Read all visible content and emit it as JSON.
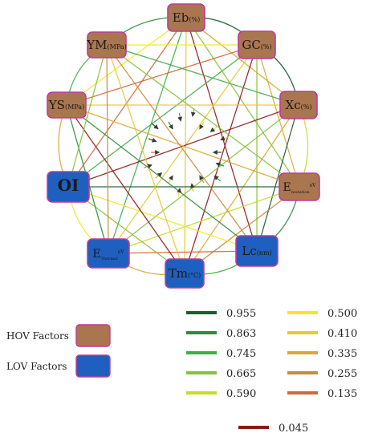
{
  "colors": {
    "hov_fill": "#a97650",
    "lov_fill": "#1f5fbf",
    "node_border": "#c03a9a"
  },
  "nodes": [
    {
      "id": "Eb",
      "main": "Eb",
      "sub": "(%)",
      "group": "HOV"
    },
    {
      "id": "GC",
      "main": "GC",
      "sub": "(%)",
      "group": "HOV"
    },
    {
      "id": "Xc",
      "main": "Xc",
      "sub": "(%)",
      "group": "HOV"
    },
    {
      "id": "Emutation",
      "main": "E",
      "sub": "mutation",
      "sup": "eV",
      "group": "HOV"
    },
    {
      "id": "Lc",
      "main": "Lc",
      "sub": "(nm)",
      "group": "LOV"
    },
    {
      "id": "Tm",
      "main": "Tm",
      "sub": "(°C)",
      "group": "LOV"
    },
    {
      "id": "Ethermal",
      "main": "E",
      "sub": "Thermal",
      "sup": "eV",
      "group": "LOV"
    },
    {
      "id": "OI",
      "main": "OI",
      "sub": "",
      "group": "LOV"
    },
    {
      "id": "YS",
      "main": "YS",
      "sub": "(MPa)",
      "group": "HOV"
    },
    {
      "id": "YM",
      "main": "YM",
      "sub": "(MPa)",
      "group": "HOV"
    }
  ],
  "edge_legend": [
    {
      "value": "0.955",
      "color": "#1b5e2e"
    },
    {
      "value": "0.863",
      "color": "#2e8b3c"
    },
    {
      "value": "0.745",
      "color": "#3fae45"
    },
    {
      "value": "0.665",
      "color": "#86c23a"
    },
    {
      "value": "0.590",
      "color": "#c8dc2a"
    },
    {
      "value": "0.500",
      "color": "#f0e62a"
    },
    {
      "value": "0.410",
      "color": "#e8c832"
    },
    {
      "value": "0.335",
      "color": "#d9a832"
    },
    {
      "value": "0.255",
      "color": "#c98a3a"
    },
    {
      "value": "0.135",
      "color": "#d06a3c"
    },
    {
      "value": "0.045",
      "color": "#8b1a1a"
    }
  ],
  "factor_legend": [
    {
      "label": "HOV Factors",
      "group": "HOV"
    },
    {
      "label": "LOV Factors",
      "group": "LOV"
    }
  ]
}
